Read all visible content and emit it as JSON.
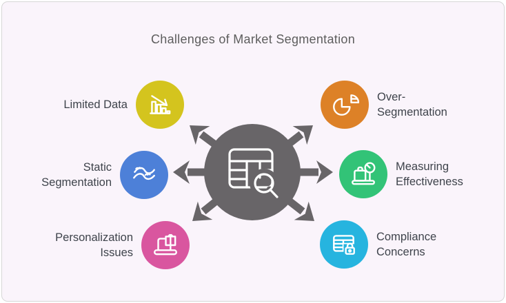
{
  "title": "Challenges of Market Segmentation",
  "colors": {
    "background": "#faf4fb",
    "title_text": "#5d5d5d",
    "label_text": "#3e434b",
    "center": "#686568",
    "yellow": "#d4c41e",
    "blue": "#4d80d8",
    "pink": "#d9569f",
    "orange": "#dd8127",
    "green": "#32c377",
    "cyan": "#26b4df"
  },
  "center": {
    "icon": "table-magnifier-icon",
    "color": "#686568",
    "arrow_count": 6
  },
  "items": [
    {
      "label": "Limited Data",
      "icon": "declining-bar-chart-icon",
      "color": "#d4c41e",
      "side": "left"
    },
    {
      "label": "Static Segmentation",
      "icon": "winding-river-icon",
      "color": "#4d80d8",
      "side": "left"
    },
    {
      "label": "Personalization Issues",
      "icon": "laptop-gift-icon",
      "color": "#d9569f",
      "side": "left"
    },
    {
      "label": "Over-Segmentation",
      "icon": "exploded-pie-chart-icon",
      "color": "#dd8127",
      "side": "right"
    },
    {
      "label": "Measuring Effectiveness",
      "icon": "weighing-scale-icon",
      "color": "#32c377",
      "side": "right"
    },
    {
      "label": "Compliance Concerns",
      "icon": "table-padlock-icon",
      "color": "#26b4df",
      "side": "right"
    }
  ]
}
